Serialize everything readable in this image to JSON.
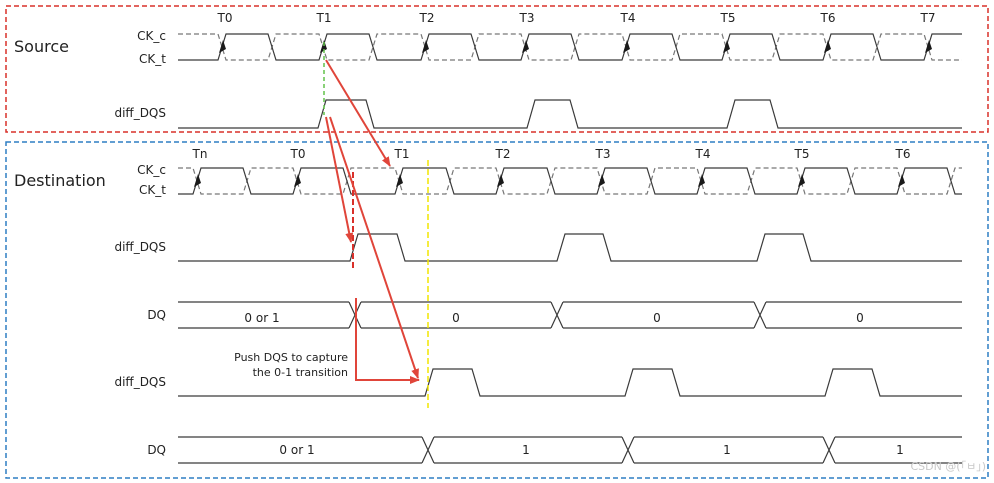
{
  "colors": {
    "source_border": "#d9302a",
    "destination_border": "#2e7fc4",
    "waveform": "#3a3a3a",
    "clock_dashed": "#777777",
    "arrow": "#e0453a",
    "edge_marker": "#1a1a1a",
    "guide_green": "#62c24a",
    "guide_red": "#d9302a",
    "guide_yellow": "#f2e600"
  },
  "source": {
    "title": "Source",
    "labels": {
      "ck_c": "CK_c",
      "ck_t": "CK_t",
      "diff_dqs": "diff_DQS"
    },
    "ticks": [
      "T0",
      "T1",
      "T2",
      "T3",
      "T4",
      "T5",
      "T6",
      "T7"
    ]
  },
  "destination": {
    "title": "Destination",
    "labels": {
      "ck_c": "CK_c",
      "ck_t": "CK_t",
      "diff_dqs": "diff_DQS",
      "dq": "DQ",
      "diff_dqs_2": "diff_DQS",
      "dq_2": "DQ"
    },
    "ticks": [
      "Tn",
      "T0",
      "T1",
      "T2",
      "T3",
      "T4",
      "T5",
      "T6"
    ],
    "dq_values": [
      "0 or 1",
      "0",
      "0",
      "0"
    ],
    "dq2_values": [
      "0 or 1",
      "1",
      "1",
      "1"
    ],
    "note": [
      "Push DQS to capture",
      "the 0-1 transition"
    ]
  },
  "watermark": "CSDN @(「ㅂ」)"
}
